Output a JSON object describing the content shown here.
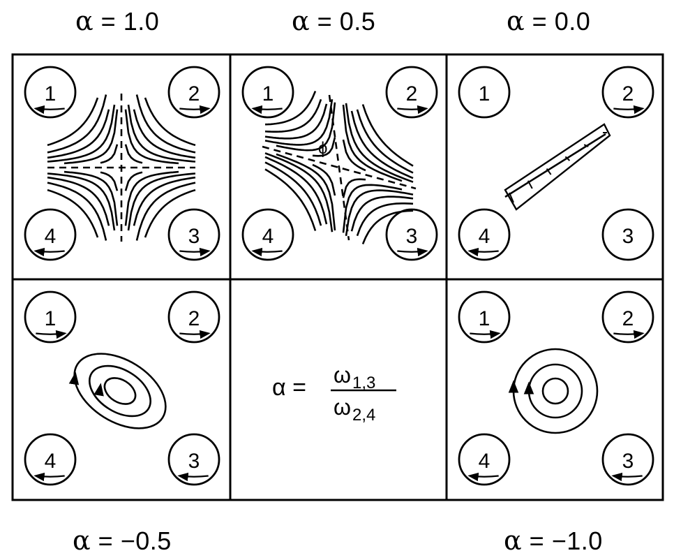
{
  "headers": [
    {
      "symbol": "α",
      "text": " = 1.0"
    },
    {
      "symbol": "α",
      "text": " = 0.5"
    },
    {
      "symbol": "α",
      "text": " = 0.0"
    },
    {
      "symbol": "α",
      "text": " = −0.5"
    },
    {
      "symbol": "α",
      "text": " = −1.0"
    }
  ],
  "roller_labels": [
    "1",
    "2",
    "3",
    "4"
  ],
  "angle_label": "ϕ",
  "formula": {
    "lhs": "α =",
    "numerator": "ω",
    "numerator_sub": "1,3",
    "denominator": "ω",
    "denominator_sub": "2,4"
  }
}
